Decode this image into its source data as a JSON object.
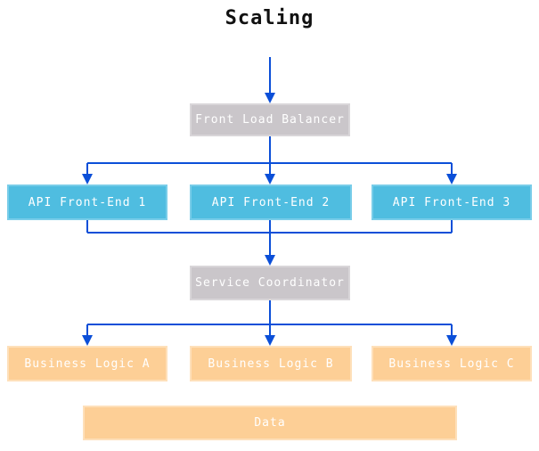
{
  "diagram": {
    "title": "Scaling",
    "nodes": {
      "front_load_balancer": {
        "label": "Front Load Balancer",
        "color": "#cac6ca"
      },
      "api_front_end_1": {
        "label": "API Front-End 1",
        "color": "#4fbde0"
      },
      "api_front_end_2": {
        "label": "API Front-End 2",
        "color": "#4fbde0"
      },
      "api_front_end_3": {
        "label": "API Front-End 3",
        "color": "#4fbde0"
      },
      "service_coordinator": {
        "label": "Service Coordinator",
        "color": "#cac6ca"
      },
      "business_logic_a": {
        "label": "Business Logic A",
        "color": "#fdcf96"
      },
      "business_logic_b": {
        "label": "Business Logic B",
        "color": "#fdcf96"
      },
      "business_logic_c": {
        "label": "Business Logic C",
        "color": "#fdcf96"
      },
      "data": {
        "label": "Data",
        "color": "#fdcf96"
      }
    },
    "edges": [
      {
        "from": "start",
        "to": "front_load_balancer"
      },
      {
        "from": "front_load_balancer",
        "to": "api_front_end_1"
      },
      {
        "from": "front_load_balancer",
        "to": "api_front_end_2"
      },
      {
        "from": "front_load_balancer",
        "to": "api_front_end_3"
      },
      {
        "from": "api_front_end_1",
        "to": "service_coordinator"
      },
      {
        "from": "api_front_end_2",
        "to": "service_coordinator"
      },
      {
        "from": "api_front_end_3",
        "to": "service_coordinator"
      },
      {
        "from": "service_coordinator",
        "to": "business_logic_a"
      },
      {
        "from": "service_coordinator",
        "to": "business_logic_b"
      },
      {
        "from": "service_coordinator",
        "to": "business_logic_c"
      }
    ],
    "colors": {
      "arrow": "#0b4fd8",
      "node_text": "#ffffff",
      "title_text": "#111111",
      "background": "#ffffff"
    }
  }
}
